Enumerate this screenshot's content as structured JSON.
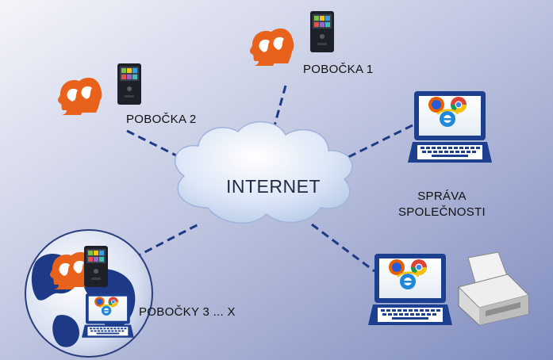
{
  "cloud": {
    "label": "INTERNET"
  },
  "nodes": {
    "branch1": {
      "label": "POBOČKA 1"
    },
    "branch2": {
      "label": "POBOČKA 2"
    },
    "branches_more": {
      "label": "POBOČKY 3 ... X"
    },
    "management": {
      "line1": "SPRÁVA",
      "line2": "SPOLEČNOSTI"
    }
  },
  "icons": [
    "people-icon",
    "attendance-terminal-icon",
    "laptop-icon",
    "browser-logos-icon",
    "globe-icon",
    "printer-icon"
  ],
  "colors": {
    "background": "#8d98c4",
    "background_light": "#f2f3f9",
    "cloud": "#dfe8f7",
    "connector": "#1e3a86",
    "people": "#e8621c",
    "laptop": "#1d3f8f"
  }
}
